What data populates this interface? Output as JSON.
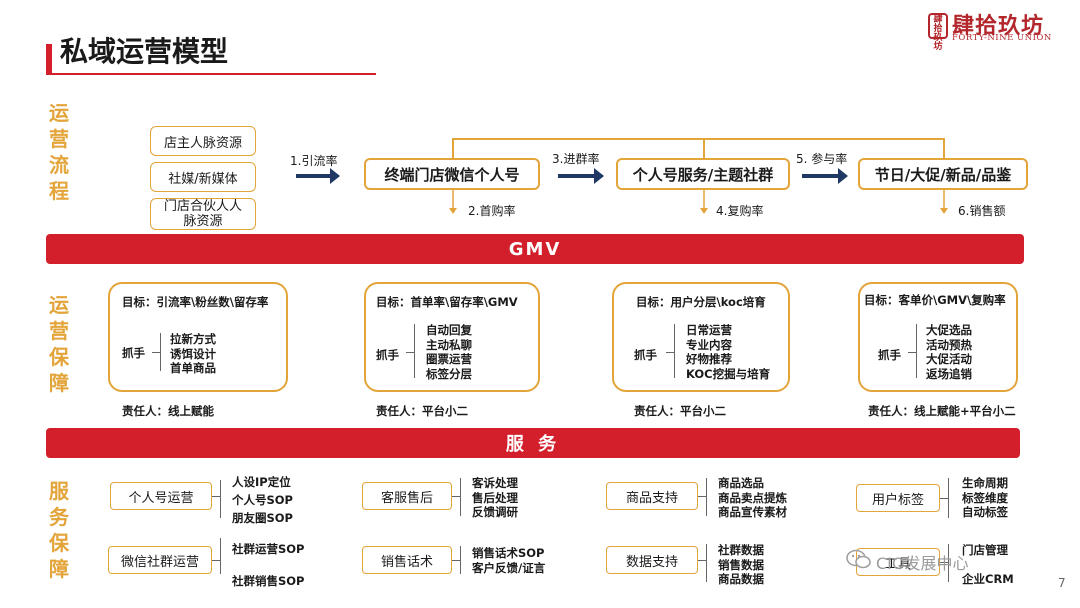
{
  "header": {
    "title": "私域运营模型",
    "logo_seal": "肆拾玖坊",
    "logo_cn": "肆拾玖坊",
    "logo_en": "FORTY-NINE UNION"
  },
  "side_labels": {
    "flow": "运营流程",
    "support": "运营保障",
    "service": "服务保障"
  },
  "flow": {
    "sources": [
      "店主人脉资源",
      "社媒/新媒体",
      "门店合伙人人脉资源"
    ],
    "steps": [
      "终端门店微信个人号",
      "个人号服务/主题社群",
      "节日/大促/新品/品鉴"
    ],
    "forward_labels": [
      "1.引流率",
      "3.进群率",
      "5. 参与率"
    ],
    "down_labels": [
      "2.首购率",
      "4.复购率",
      "6.销售额"
    ]
  },
  "banners": {
    "gmv": "GMV",
    "service": "服 务"
  },
  "ops": [
    {
      "goal": "目标：引流率\\粉丝数\\留存率",
      "grip": "抓手",
      "items": [
        "拉新方式",
        "诱饵设计",
        "首单商品"
      ],
      "owner": "责任人：线上赋能"
    },
    {
      "goal": "目标：首单率\\留存率\\GMV",
      "grip": "抓手",
      "items": [
        "自动回复",
        "主动私聊",
        "圈票运营",
        "标签分层"
      ],
      "owner": "责任人：平台小二"
    },
    {
      "goal": "目标：用户分层\\koc培育",
      "grip": "抓手",
      "items": [
        "日常运营",
        "专业内容",
        "好物推荐",
        "KOC挖掘与培育"
      ],
      "owner": "责任人：平台小二"
    },
    {
      "goal": "目标：客单价\\GMV\\复购率",
      "grip": "抓手",
      "items": [
        "大促选品",
        "活动预热",
        "大促活动",
        "返场追销"
      ],
      "owner": "责任人：线上赋能+平台小二"
    }
  ],
  "services": {
    "personal": {
      "label": "个人号运营",
      "items": [
        "人设IP定位",
        "个人号SOP",
        "朋友圈SOP"
      ]
    },
    "wechat_group": {
      "label": "微信社群运营",
      "items": [
        "社群运营SOP",
        "社群销售SOP"
      ]
    },
    "cs": {
      "label": "客服售后",
      "items": [
        "客诉处理",
        "售后处理",
        "反馈调研"
      ]
    },
    "sales_talk": {
      "label": "销售话术",
      "items": [
        "销售话术SOP",
        "客户反馈/证言"
      ]
    },
    "product": {
      "label": "商品支持",
      "items": [
        "商品选品",
        "商品卖点提炼",
        "商品宣传素材"
      ]
    },
    "data": {
      "label": "数据支持",
      "items": [
        "社群数据",
        "销售数据",
        "商品数据"
      ]
    },
    "tags": {
      "label": "用户标签",
      "items": [
        "生命周期",
        "标签维度",
        "自动标签"
      ]
    },
    "tool": {
      "label": "工具",
      "items": [
        "门店管理",
        "",
        "企业CRM"
      ]
    }
  },
  "watermark": "CIO发展中心",
  "page_number": "7",
  "colors": {
    "accent": "#d21f2b",
    "gold": "#e3a43a",
    "navy": "#1f3864"
  }
}
